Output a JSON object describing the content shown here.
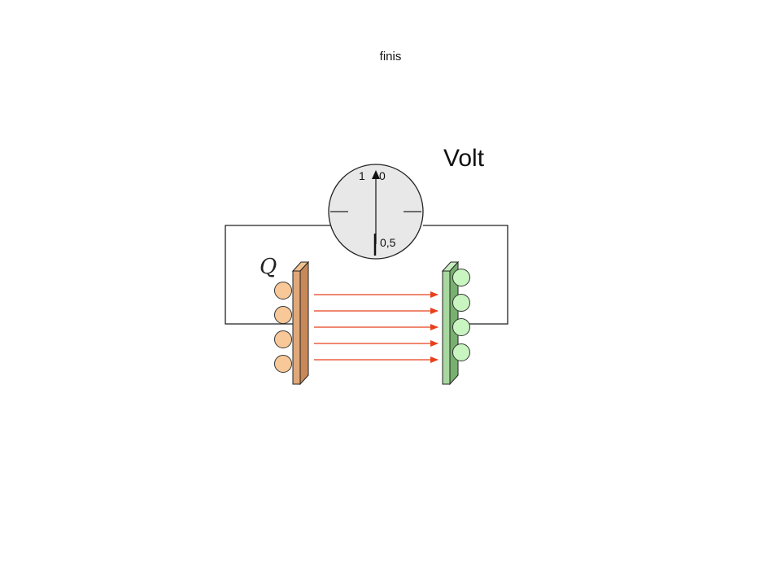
{
  "header": {
    "title": "finis"
  },
  "meter": {
    "label": "Volt",
    "dial": {
      "left_mark": "1",
      "right_mark": "0",
      "bottom_mark": "0,5"
    }
  },
  "charge_label": "Q",
  "colors": {
    "left_plate": "#e0a878",
    "left_charges": "#f8c898",
    "right_plate": "#a8d8a0",
    "right_charges": "#c8f5c0",
    "field_lines": "#e8401c",
    "dial_face": "#e8e8e8"
  },
  "counts": {
    "left_charges": 4,
    "right_charges": 4,
    "field_lines": 5
  }
}
